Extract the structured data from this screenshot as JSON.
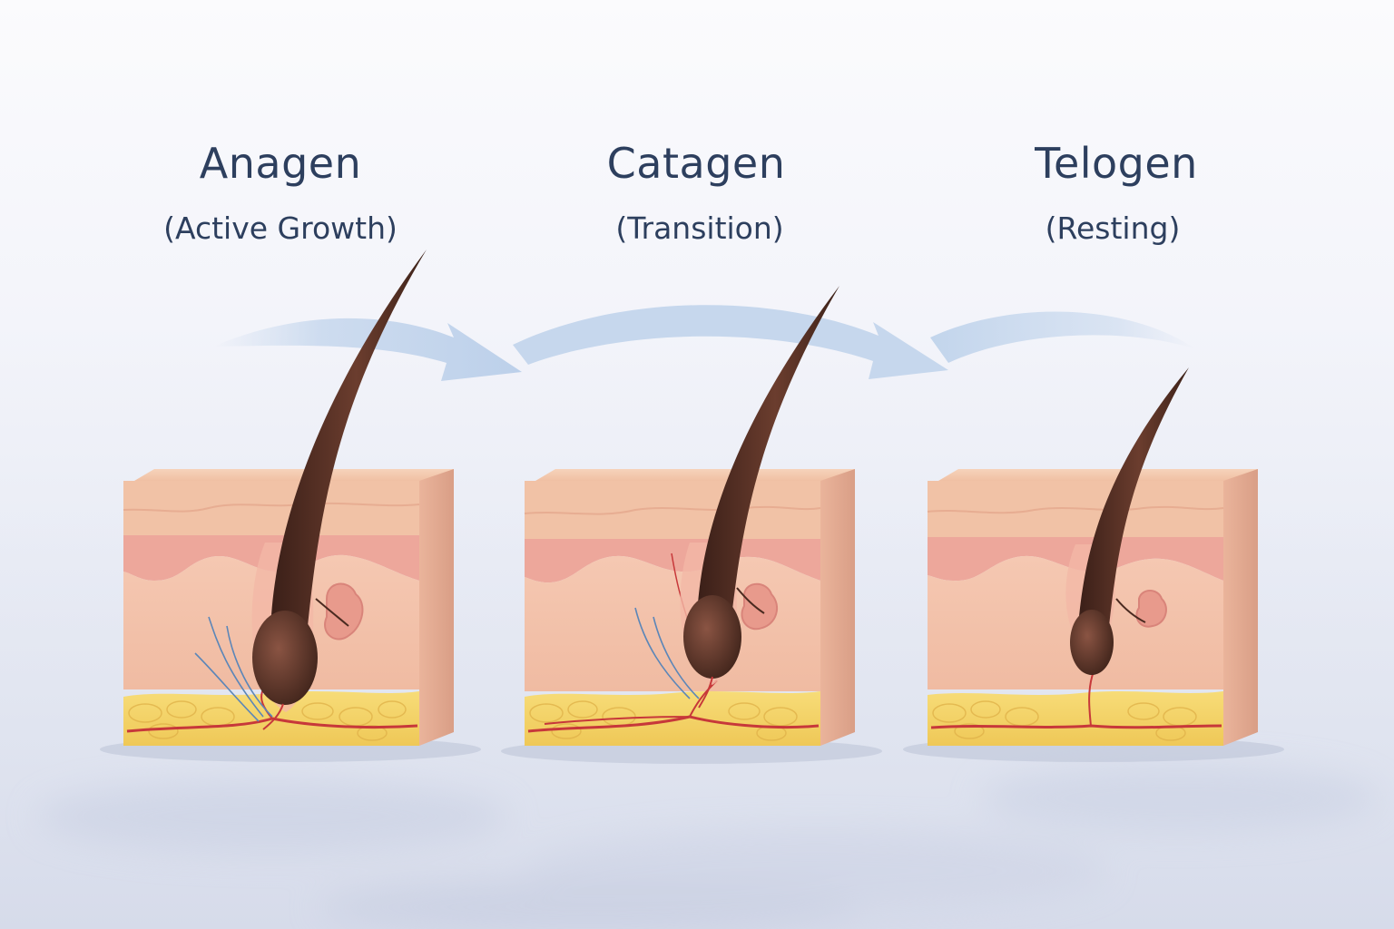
{
  "stages": [
    {
      "title": "Anagen",
      "subtitle": "(Active Growth)"
    },
    {
      "title": "Catagen",
      "subtitle": "(Transition)"
    },
    {
      "title": "Telogen",
      "subtitle": "(Resting)"
    }
  ],
  "colors": {
    "text": "#2d3f5e",
    "arrow": "#c9d9ee",
    "hair": "#4a2a20",
    "epidermis": "#f3c3a8",
    "dermis": "#f6c9b4",
    "fat": "#f4d36a",
    "vessel": "#c7383a",
    "nerve": "#5b86b8"
  }
}
